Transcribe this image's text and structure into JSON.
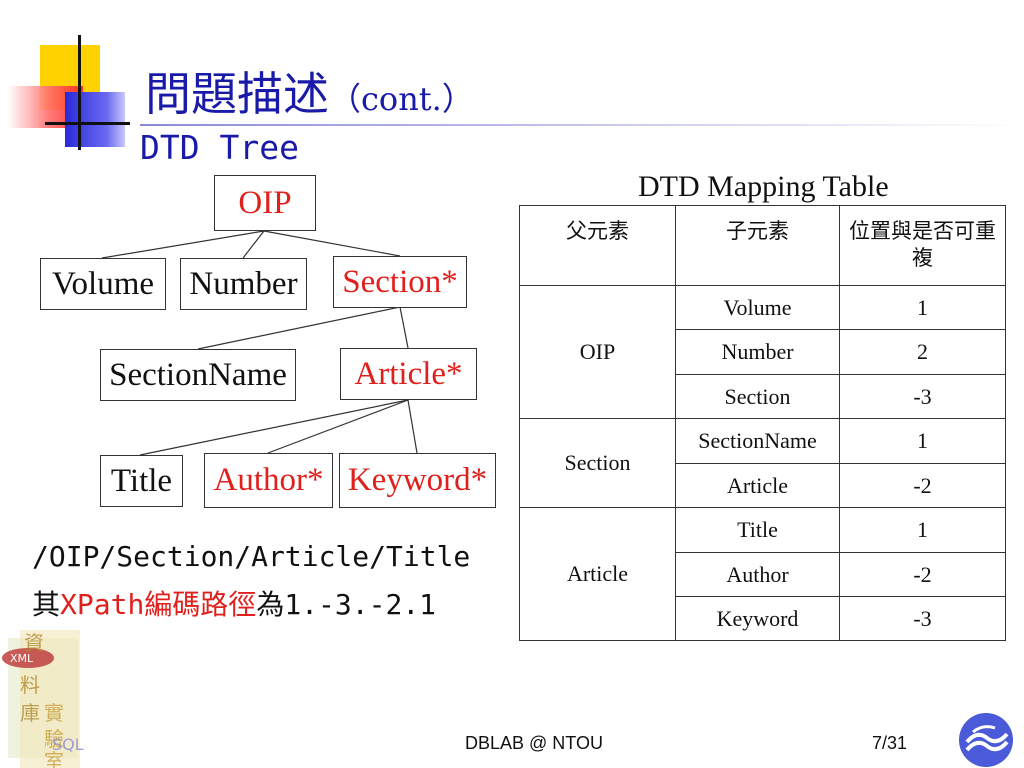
{
  "slide": {
    "title_main": "問題描述",
    "title_cont": "（cont.）",
    "subtitle": "DTD Tree"
  },
  "tree": {
    "nodes": {
      "oip": "OIP",
      "volume": "Volume",
      "number": "Number",
      "section": "Section*",
      "sectionname": "SectionName",
      "article": "Article*",
      "title": "Title",
      "author": "Author*",
      "keyword": "Keyword*"
    }
  },
  "xpath": {
    "line1": "/OIP/Section/Article/Title",
    "line2_prefix": "其",
    "line2_highlight": "XPath編碼路徑",
    "line2_suffix": "為1.-3.-2.1"
  },
  "mapping_table": {
    "title": "DTD Mapping Table",
    "headers": [
      "父元素",
      "子元素",
      "位置與是否可重複"
    ],
    "groups": [
      {
        "parent": "OIP",
        "rows": [
          [
            "Volume",
            "1"
          ],
          [
            "Number",
            "2"
          ],
          [
            "Section",
            "-3"
          ]
        ]
      },
      {
        "parent": "Section",
        "rows": [
          [
            "SectionName",
            "1"
          ],
          [
            "Article",
            "-2"
          ]
        ]
      },
      {
        "parent": "Article",
        "rows": [
          [
            "Title",
            "1"
          ],
          [
            "Author",
            "-2"
          ],
          [
            "Keyword",
            "-3"
          ]
        ]
      }
    ]
  },
  "footer": {
    "center": "DBLAB @ NTOU",
    "page": "7/31"
  },
  "colors": {
    "title": "#1a1aa8",
    "highlight": "#e0201c",
    "accent_yellow": "#ffd200",
    "accent_blue": "#2a2ad8"
  },
  "icons": {
    "left_logo": "xml-sql-lab-logo",
    "right_logo": "ntou-wave-logo"
  }
}
